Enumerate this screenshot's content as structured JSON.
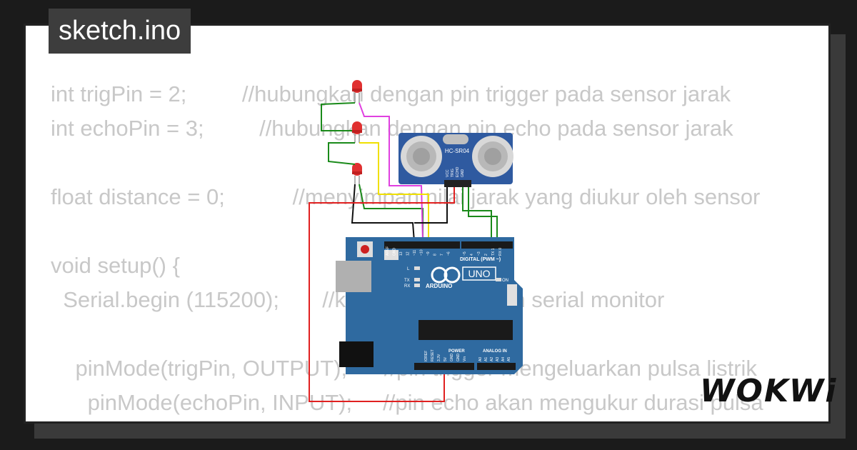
{
  "title": "sketch.ino",
  "brand": "WOKWi",
  "code_lines": [
    "int trigPin = 2;         //hubungkan dengan pin trigger pada sensor jarak",
    "int echoPin = 3;         //hubungkan dengan pin echo pada sensor jarak",
    "",
    "float distance = 0;           //menyimpan nilai jarak yang diukur oleh sensor",
    "",
    "void setup() {",
    "  Serial.begin (115200);       //komunikasi dengan serial monitor",
    "",
    "    pinMode(trigPin, OUTPUT);      //pin trigger mengeluarkan pulsa listrik",
    "      pinMode(echoPin, INPUT);     //pin echo akan mengukur durasi pulsa",
    "  }"
  ],
  "sensor": {
    "label": "HC-SR04",
    "pins": [
      "VCC",
      "TRIG",
      "ECHO",
      "GND"
    ]
  },
  "board": {
    "brand": "ARDUINO",
    "model": "UNO",
    "digital_label": "DIGITAL (PWM ~)",
    "power_label": "POWER",
    "analog_label": "ANALOG IN",
    "on_label": "ON",
    "led_l": "L",
    "led_tx": "TX",
    "led_rx": "RX",
    "top_pins": [
      "AREF",
      "GND",
      "13",
      "12",
      "~11",
      "~10",
      "~9",
      "8",
      "7",
      "~6",
      "~5",
      "4",
      "~3",
      "2",
      "TX 1",
      "RX 0"
    ],
    "bottom_pins": [
      "IOREF",
      "RESET",
      "3.3V",
      "5V",
      "GND",
      "GND",
      "Vin",
      "A0",
      "A1",
      "A2",
      "A3",
      "A4",
      "A5"
    ]
  },
  "colors": {
    "board": "#2f6aa0",
    "led": "#e03030",
    "wire_red": "#e02020",
    "wire_green": "#1a8a1a",
    "wire_magenta": "#e040e0",
    "wire_yellow": "#f0e000",
    "wire_black": "#111111"
  }
}
